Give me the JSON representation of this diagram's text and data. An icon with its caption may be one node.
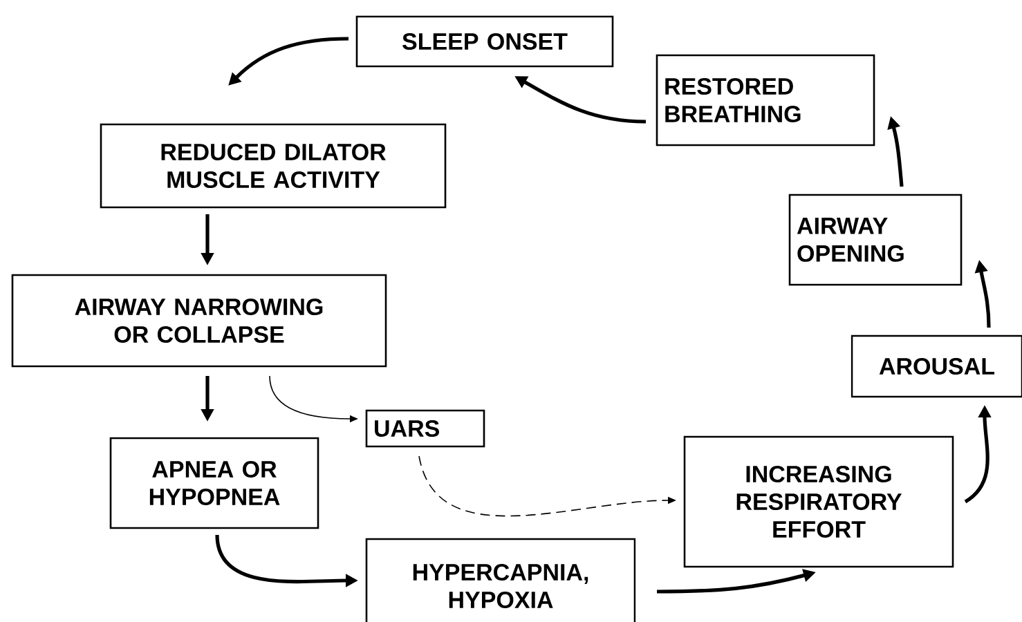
{
  "diagram": {
    "nodes": [
      {
        "text": [
          "SLEEP ONSET"
        ]
      },
      {
        "text": [
          "REDUCED DILATOR MUSCLE ACTIVITY"
        ]
      },
      {
        "text": [
          "AIRWAY NARROWING OR COLLAPSE"
        ]
      },
      {
        "text": [
          "UARS"
        ]
      },
      {
        "text": [
          "APNEA OR HYPOPNEA"
        ]
      },
      {
        "text": [
          "HYPERCAPNIA, HYPOXIA"
        ]
      },
      {
        "text": [
          "INCREASING RESPIRATORY EFFORT"
        ]
      },
      {
        "text": [
          "AROUSAL"
        ]
      },
      {
        "text": [
          "AIRWAY OPENING"
        ]
      },
      {
        "text": [
          "RESTORED BREATHING"
        ]
      }
    ],
    "edges": [
      {
        "from": 0,
        "to": 1,
        "arrow": "to"
      },
      {
        "from": 1,
        "to": 2,
        "arrow": "to"
      },
      {
        "from": 2,
        "to": 4,
        "arrow": "to"
      },
      {
        "from": 2,
        "to": 3,
        "arrow": "to"
      },
      {
        "from": 3,
        "to": 6,
        "arrow": "to",
        "style": "dashed"
      },
      {
        "from": 4,
        "to": 5,
        "arrow": "to"
      },
      {
        "from": 5,
        "to": 6,
        "arrow": "to"
      },
      {
        "from": 6,
        "to": 7,
        "arrow": "to"
      },
      {
        "from": 7,
        "to": 8,
        "arrow": "to"
      },
      {
        "from": 8,
        "to": 9,
        "arrow": "to"
      },
      {
        "from": 9,
        "to": 0,
        "arrow": "to"
      }
    ]
  }
}
